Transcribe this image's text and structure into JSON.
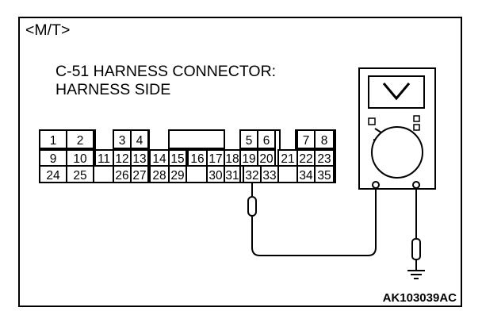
{
  "variant_label": "<M/T>",
  "connector_title_line1": "C-51 HARNESS CONNECTOR:",
  "connector_title_line2": "HARNESS SIDE",
  "figure_code": "AK103039AC",
  "connector": {
    "row1": [
      "1",
      "2",
      "3",
      "4",
      "5",
      "6",
      "7",
      "8"
    ],
    "row2": [
      "9",
      "10",
      "11",
      "12",
      "13",
      "14",
      "15",
      "16",
      "17",
      "18",
      "19",
      "20",
      "21",
      "22",
      "23"
    ],
    "row3": [
      "24",
      "25",
      "26",
      "27",
      "28",
      "29",
      "30",
      "31",
      "32",
      "33",
      "34",
      "35"
    ],
    "probed_pin": "32"
  },
  "meter": {
    "display_icon": "v-symbol-icon"
  },
  "ground_icon": "ground-symbol-icon",
  "colors": {
    "line": "#000000",
    "background": "#ffffff"
  }
}
